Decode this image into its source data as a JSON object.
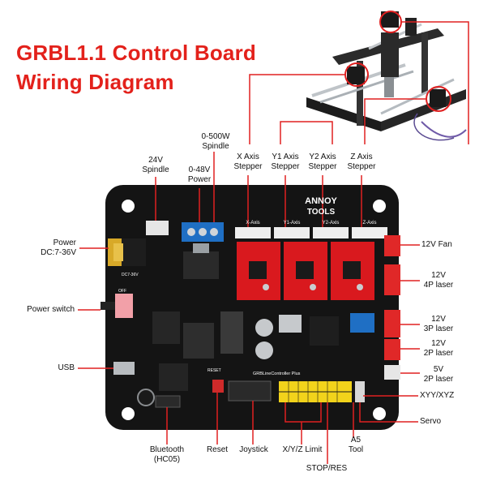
{
  "title": {
    "line1": "GRBL1.1 Control Board",
    "line2": "Wiring Diagram"
  },
  "board": {
    "brand_line1": "ANNOY",
    "brand_line2": "TOOLS",
    "silk_x": "X-Axis",
    "silk_y1": "Y1-Axis",
    "silk_y2": "Y2-Axis",
    "silk_z": "Z-Axis",
    "silk_controller": "GRBLineController Plus",
    "silk_reset": "RESET",
    "silk_dc": "DC7-36V",
    "silk_off": "OFF"
  },
  "top_labels": {
    "spindle_24v": {
      "line1": "24V",
      "line2": "Spindle"
    },
    "power_0_48v": {
      "line1": "0-48V",
      "line2": "Power"
    },
    "spindle_500w": {
      "line1": "0-500W",
      "line2": "Spindle"
    },
    "x_axis": {
      "line1": "X Axis",
      "line2": "Stepper"
    },
    "y1_axis": {
      "line1": "Y1  Axis",
      "line2": "Stepper"
    },
    "y2_axis": {
      "line1": "Y2 Axis",
      "line2": "Stepper"
    },
    "z_axis": {
      "line1": "Z Axis",
      "line2": "Stepper"
    }
  },
  "left_labels": {
    "power": {
      "line1": "Power",
      "line2": "DC:7-36V"
    },
    "power_switch": "Power switch",
    "usb": "USB"
  },
  "right_labels": {
    "fan_12v": "12V Fan",
    "laser_4p": {
      "line1": "12V",
      "line2": "4P laser"
    },
    "laser_3p": {
      "line1": "12V",
      "line2": "3P laser"
    },
    "laser_2p_12v": {
      "line1": "12V",
      "line2": "2P laser"
    },
    "laser_2p_5v": {
      "line1": "5V",
      "line2": "2P laser"
    },
    "xyy_xyz": "XYY/XYZ",
    "servo": "Servo"
  },
  "bottom_labels": {
    "bluetooth": {
      "line1": "Bluetooth",
      "line2": "(HC05)"
    },
    "reset": "Reset",
    "joystick": "Joystick",
    "limit": "X/Y/Z Limit",
    "a5_tool": {
      "line1": "A5",
      "line2": "Tool"
    },
    "stop_res": "STOP/RES"
  },
  "colors": {
    "title_red": "#e3211b",
    "pcb": "#141414",
    "driver_red": "#d9191e",
    "terminal_blue": "#1f6fc4",
    "header_yellow": "#f2d31b",
    "leader_red": "#e02020"
  }
}
